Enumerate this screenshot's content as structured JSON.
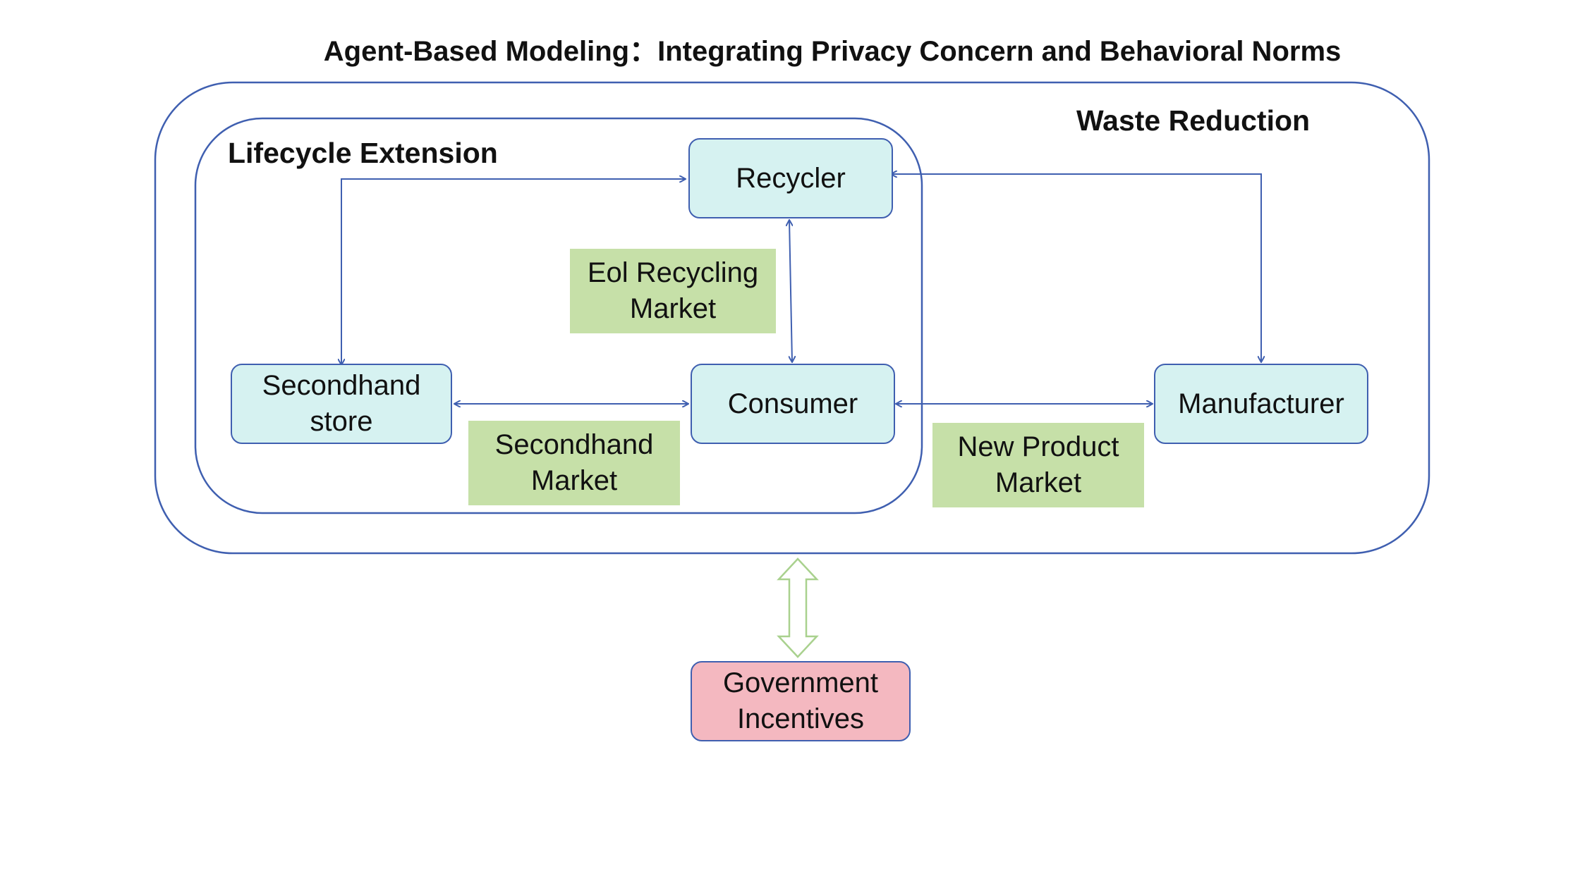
{
  "diagram": {
    "title": "Agent-Based Modeling：Integrating Privacy Concern and Behavioral Norms",
    "regions": {
      "outer": "Waste Reduction",
      "inner": "Lifecycle Extension"
    },
    "nodes": {
      "recycler": [
        "Recycler"
      ],
      "secondhand_store": [
        "Secondhand",
        "store"
      ],
      "consumer": [
        "Consumer"
      ],
      "manufacturer": [
        "Manufacturer"
      ],
      "government": [
        "Government",
        "Incentives"
      ]
    },
    "markets": {
      "eol_recycling": [
        "Eol Recycling",
        "Market"
      ],
      "secondhand": [
        "Secondhand",
        "Market"
      ],
      "new_product": [
        "New Product",
        "Market"
      ]
    },
    "colors": {
      "border": "#3f5fb0",
      "node_fill": "#d6f2f1",
      "market_fill": "#c6e0a8",
      "government_fill": "#f4b8c0",
      "double_arrow": "#a9d18e"
    }
  }
}
